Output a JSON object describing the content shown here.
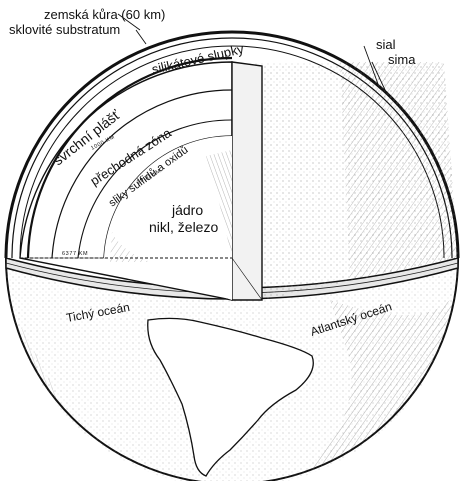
{
  "labels": {
    "crust": "zemská kůra (60 km)",
    "substratum": "sklovité substratum",
    "silicate": "silikátové slupky",
    "sial": "sial",
    "sima": "sima",
    "upper_mantle": "svrchní plášť",
    "depth_1000a": "1000 KM",
    "transition": "přechodná zóna",
    "sulfides": "sliky sulfidů a oxidů",
    "depth_2900": "2900 KM",
    "core_title": "jádro",
    "core_sub": "nikl, železo",
    "radius": "6377 KM",
    "pacific": "Tichý oceán",
    "atlantic": "Atlantský oceán"
  }
}
